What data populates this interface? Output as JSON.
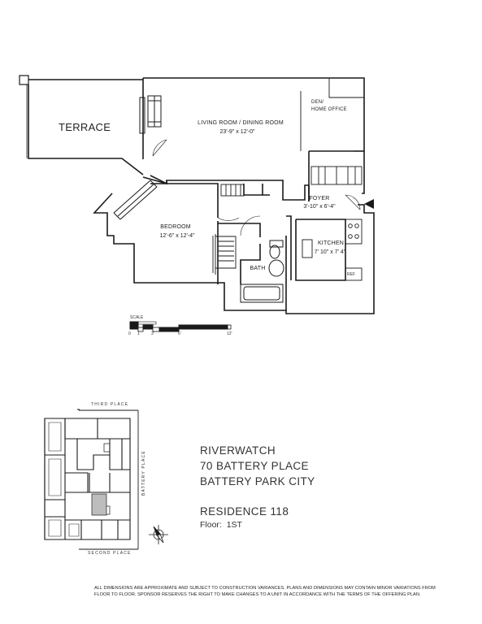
{
  "plan": {
    "terrace": "TERRACE",
    "living": {
      "name": "LIVING ROOM / DINING ROOM",
      "dim": "23'-9\" x 12'-0\""
    },
    "den": {
      "line1": "DEN/",
      "line2": "HOME OFFICE"
    },
    "foyer": {
      "name": "FOYER",
      "dim": "3'-10\" x 6'-4\""
    },
    "bedroom": {
      "name": "BEDROOM",
      "dim": "12'-6\" x 12'-4\""
    },
    "kitchen": {
      "name": "KITCHEN",
      "dim": "7' 10\" x 7' 4\""
    },
    "bath": "BATH",
    "ref": "REF",
    "scale": {
      "title": "SCALE",
      "ticks": [
        "0",
        "1",
        "3'",
        "6'",
        "12'"
      ]
    }
  },
  "site": {
    "street_top": "THIRD PLACE",
    "street_right": "BATTERY PLACE",
    "street_bottom": "SECOND PLACE"
  },
  "info": {
    "building": "RIVERWATCH",
    "address": "70 BATTERY PLACE",
    "area": "BATTERY PARK CITY",
    "residence": "RESIDENCE 118",
    "floor_label": "Floor:",
    "floor_value": "1ST"
  },
  "disclaimer": {
    "line1": "ALL DIMENSIONS ARE APPROXIMATE AND SUBJECT TO CONSTRUCTION VARIANCES. PLANS AND DIMENSIONS MAY CONTAIN MINOR VARIATIONS FROM",
    "line2": "FLOOR TO FLOOR. SPONSOR RESERVES THE RIGHT TO MAKE CHANGES TO A UNIT IN ACCORDANCE WITH THE TERMS OF THE OFFERING PLAN."
  },
  "colors": {
    "ink": "#1a1a1a",
    "highlight_unit": "#bdbdbd"
  }
}
